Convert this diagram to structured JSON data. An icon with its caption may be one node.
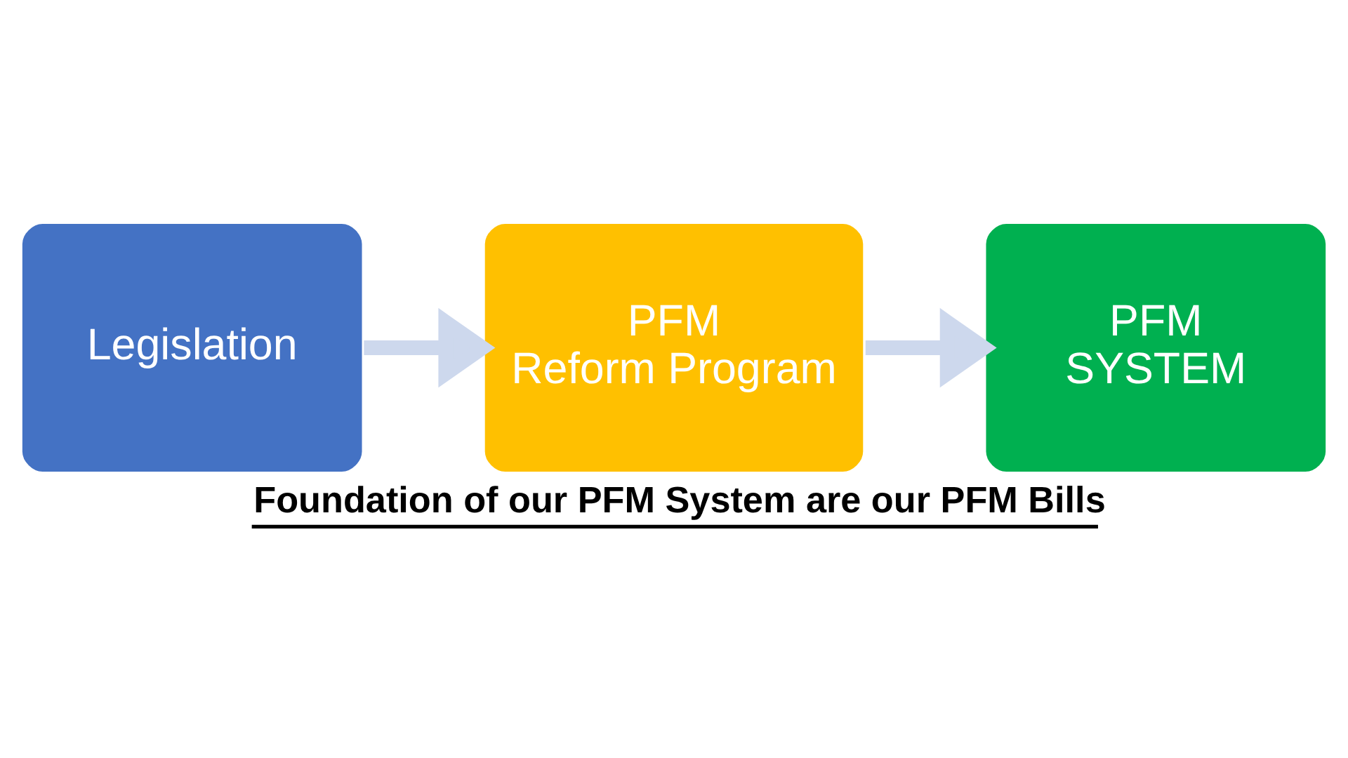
{
  "diagram": {
    "caption": "Foundation of our PFM System are our PFM Bills",
    "nodes": [
      {
        "text": [
          "Legislation"
        ]
      },
      {
        "text": [
          "PFM",
          "Reform Program"
        ]
      },
      {
        "text": [
          "PFM",
          "SYSTEM"
        ]
      }
    ],
    "edges": [
      {
        "from": 0,
        "to": 1,
        "arrow": "to"
      },
      {
        "from": 1,
        "to": 2,
        "arrow": "to"
      }
    ]
  }
}
